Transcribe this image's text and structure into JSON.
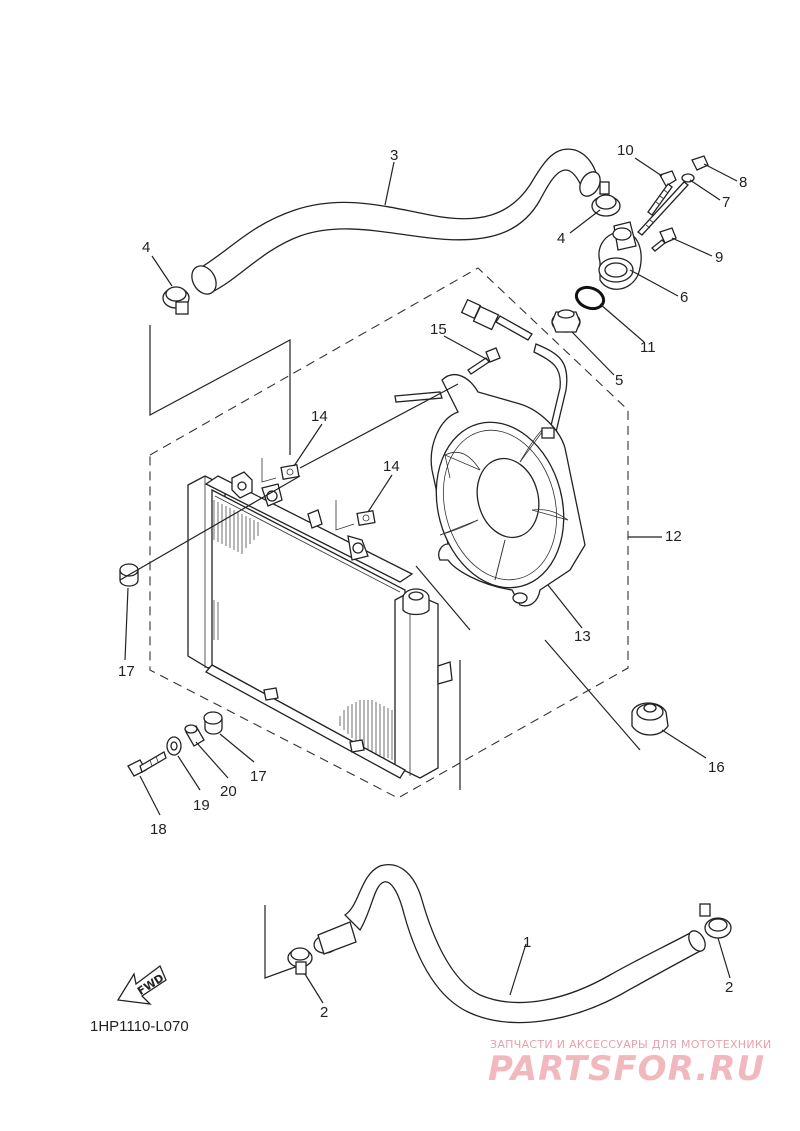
{
  "diagram": {
    "code": "1HP1110-L070",
    "fwd_label": "FWD",
    "callouts": [
      "3",
      "4",
      "10",
      "8",
      "7",
      "4",
      "9",
      "6",
      "11",
      "5",
      "15",
      "14",
      "14",
      "12",
      "13",
      "17",
      "16",
      "17",
      "20",
      "19",
      "18",
      "1",
      "2",
      "2"
    ]
  },
  "watermark": {
    "tagline": "ЗАПЧАСТИ И АКСЕССУАРЫ ДЛЯ МОТОТЕХНИКИ",
    "brand": "PARTSFOR.RU",
    "color": "#f1b8be"
  }
}
